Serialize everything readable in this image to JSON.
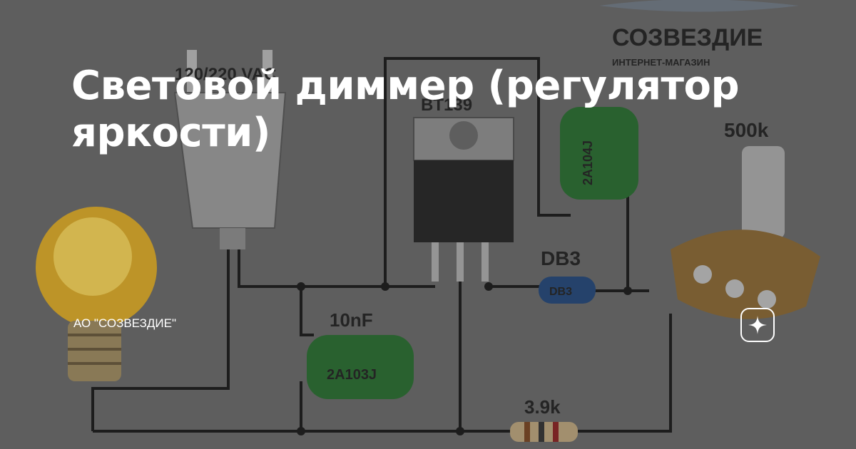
{
  "card": {
    "title": "Световой диммер (регулятор яркости)",
    "author": "АО \"СОЗВЕЗДИЕ\"",
    "brand_icon": "sparkle-icon"
  },
  "background": {
    "logo_name": "СОЗВЕЗДИЕ",
    "logo_tagline": "ИНТЕРНЕТ-МАГАЗИН",
    "voltage_label": "120/220 VAC",
    "triac_label": "BT139",
    "cap_top_code": "2A104J",
    "pot_label": "500k",
    "diac_label": "DB3",
    "diac_body": "DB3",
    "cap_bottom_label": "10nF",
    "cap_bottom_code": "2A103J",
    "resistor_label": "3.9k"
  },
  "colors": {
    "background": "#6a6a6a",
    "text": "#ffffff",
    "capacitor": "#2f7f3a",
    "bulb": "#f2c23a"
  }
}
